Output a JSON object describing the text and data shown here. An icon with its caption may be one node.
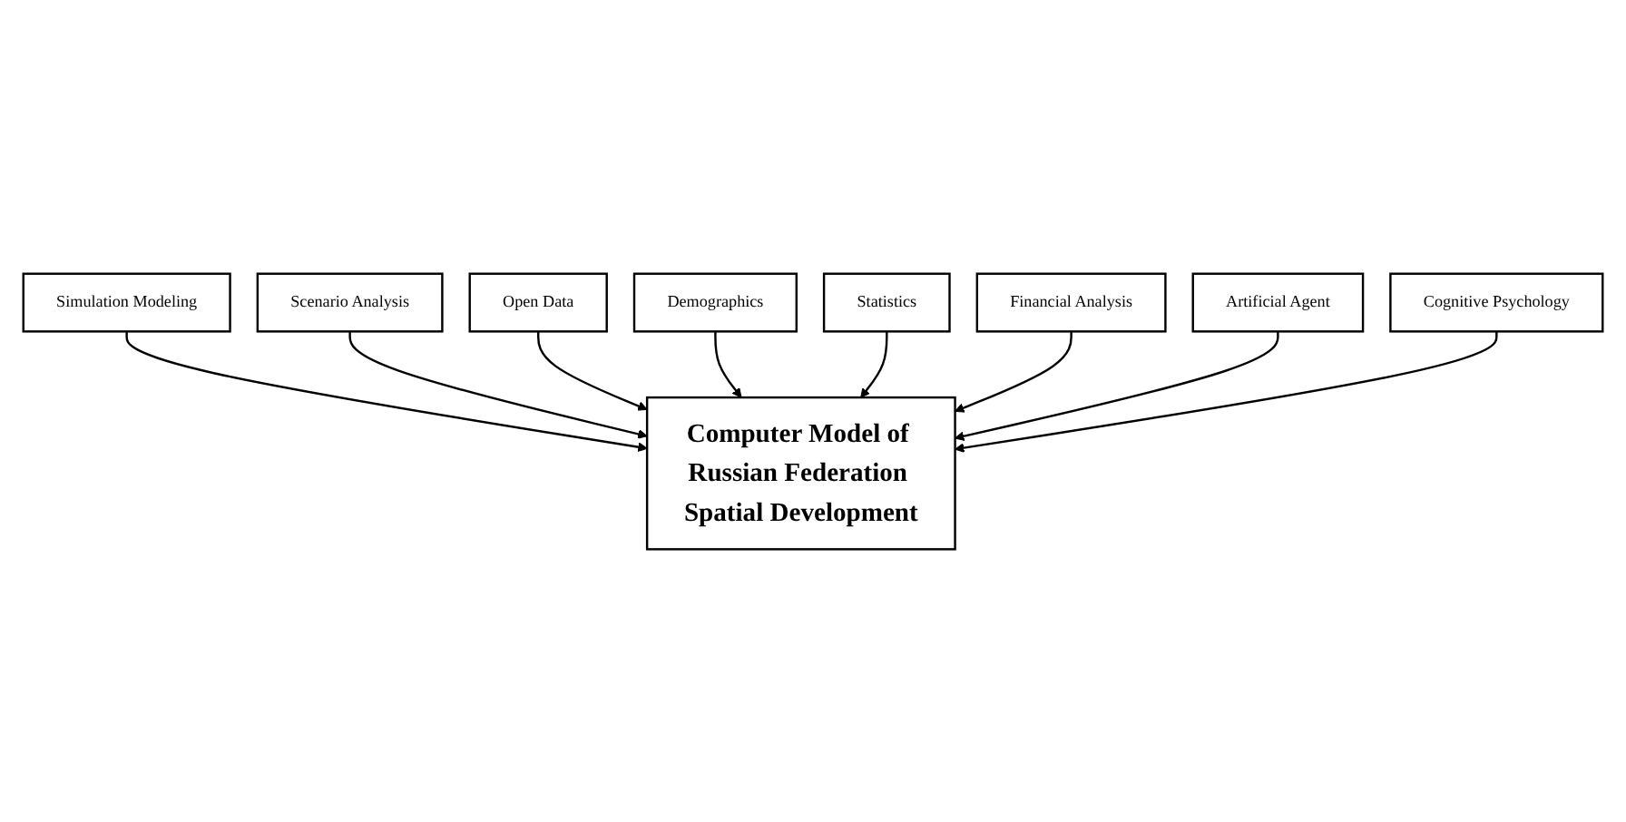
{
  "diagram": {
    "nodes": [
      {
        "text": [
          "Simulation Modeling"
        ]
      },
      {
        "text": [
          "Scenario Analysis"
        ]
      },
      {
        "text": [
          "Open Data"
        ]
      },
      {
        "text": [
          "Computer Model of Russian Federation Spatial Development"
        ]
      },
      {
        "text": [
          "Demographics"
        ]
      },
      {
        "text": [
          "Statistics"
        ]
      },
      {
        "text": [
          "Financial Analysis"
        ]
      },
      {
        "text": [
          "Artificial Agent"
        ]
      },
      {
        "text": [
          "Cognitive Psychology"
        ]
      }
    ],
    "edges": [
      {
        "from": 0,
        "to": 3,
        "arrow": "to"
      },
      {
        "from": 1,
        "to": 3,
        "arrow": "to"
      },
      {
        "from": 2,
        "to": 3,
        "arrow": "to"
      },
      {
        "from": 4,
        "to": 3,
        "arrow": "to"
      },
      {
        "from": 5,
        "to": 3,
        "arrow": "to"
      },
      {
        "from": 6,
        "to": 3,
        "arrow": "to"
      },
      {
        "from": 7,
        "to": 3,
        "arrow": "to"
      },
      {
        "from": 8,
        "to": 3,
        "arrow": "to"
      }
    ]
  }
}
